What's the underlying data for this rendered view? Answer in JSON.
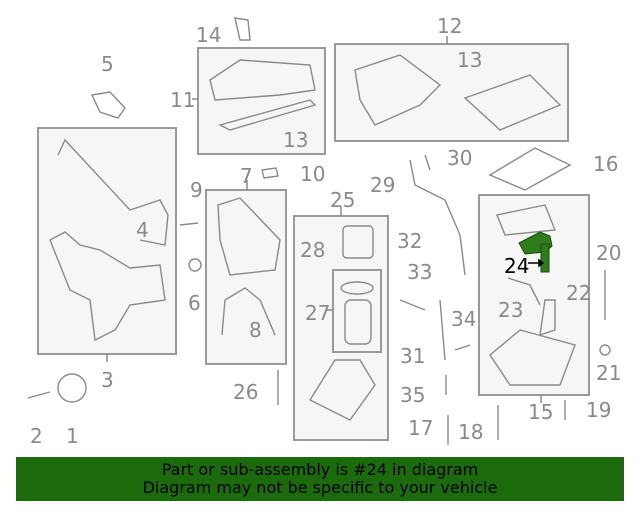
{
  "diagram": {
    "highlighted_part": "24",
    "highlight_color": "#2e7d1a",
    "line_color": "#8a8a8a",
    "box_fill": "#f6f6f6",
    "callouts": [
      {
        "id": "c1",
        "label": "1"
      },
      {
        "id": "c2",
        "label": "2"
      },
      {
        "id": "c3",
        "label": "3"
      },
      {
        "id": "c4",
        "label": "4"
      },
      {
        "id": "c5",
        "label": "5"
      },
      {
        "id": "c6",
        "label": "6"
      },
      {
        "id": "c7",
        "label": "7"
      },
      {
        "id": "c8",
        "label": "8"
      },
      {
        "id": "c9",
        "label": "9"
      },
      {
        "id": "c10",
        "label": "10"
      },
      {
        "id": "c11",
        "label": "11"
      },
      {
        "id": "c12",
        "label": "12"
      },
      {
        "id": "c13a",
        "label": "13"
      },
      {
        "id": "c13b",
        "label": "13"
      },
      {
        "id": "c14",
        "label": "14"
      },
      {
        "id": "c15",
        "label": "15"
      },
      {
        "id": "c16",
        "label": "16"
      },
      {
        "id": "c17",
        "label": "17"
      },
      {
        "id": "c18",
        "label": "18"
      },
      {
        "id": "c19",
        "label": "19"
      },
      {
        "id": "c20",
        "label": "20"
      },
      {
        "id": "c21",
        "label": "21"
      },
      {
        "id": "c22",
        "label": "22"
      },
      {
        "id": "c23",
        "label": "23"
      },
      {
        "id": "c24",
        "label": "24"
      },
      {
        "id": "c25",
        "label": "25"
      },
      {
        "id": "c26",
        "label": "26"
      },
      {
        "id": "c27",
        "label": "27"
      },
      {
        "id": "c28",
        "label": "28"
      },
      {
        "id": "c29",
        "label": "29"
      },
      {
        "id": "c30",
        "label": "30"
      },
      {
        "id": "c31",
        "label": "31"
      },
      {
        "id": "c32",
        "label": "32"
      },
      {
        "id": "c33",
        "label": "33"
      },
      {
        "id": "c34",
        "label": "34"
      },
      {
        "id": "c35",
        "label": "35"
      }
    ]
  },
  "banner": {
    "line1": "Part or sub-assembly is #24 in diagram",
    "line2": "Diagram may not be specific to your vehicle",
    "background": "#1b6a0b"
  }
}
